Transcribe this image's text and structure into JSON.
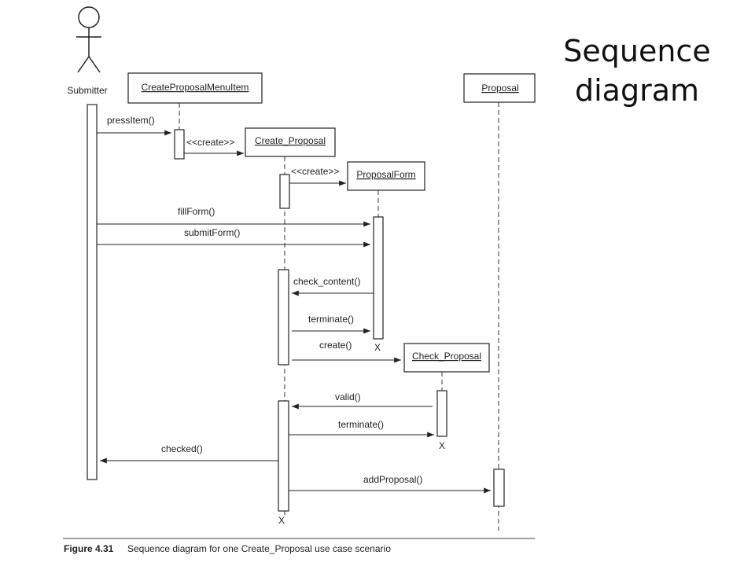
{
  "title": {
    "line1": "Sequence",
    "line2": "diagram"
  },
  "actor": {
    "name": "Submitter"
  },
  "objects": {
    "menu_item": "CreateProposalMenuItem",
    "create_proposal": "Create_Proposal",
    "proposal_form": "ProposalForm",
    "check_proposal": "Check_Proposal",
    "proposal": "Proposal"
  },
  "messages": {
    "press_item": "pressItem()",
    "create_1": "<<create>>",
    "create_2": "<<create>>",
    "fill_form": "fillForm()",
    "submit_form": "submitForm()",
    "check_content": "check_content()",
    "terminate_1": "terminate()",
    "create_3": "create()",
    "valid": "valid()",
    "terminate_2": "terminate()",
    "checked": "checked()",
    "add_proposal": "addProposal()"
  },
  "destroy_marks": {
    "form": "X",
    "check": "X",
    "create": "X"
  },
  "caption": {
    "figure": "Figure 4.31",
    "text": "Sequence diagram for one Create_Proposal use case scenario"
  }
}
